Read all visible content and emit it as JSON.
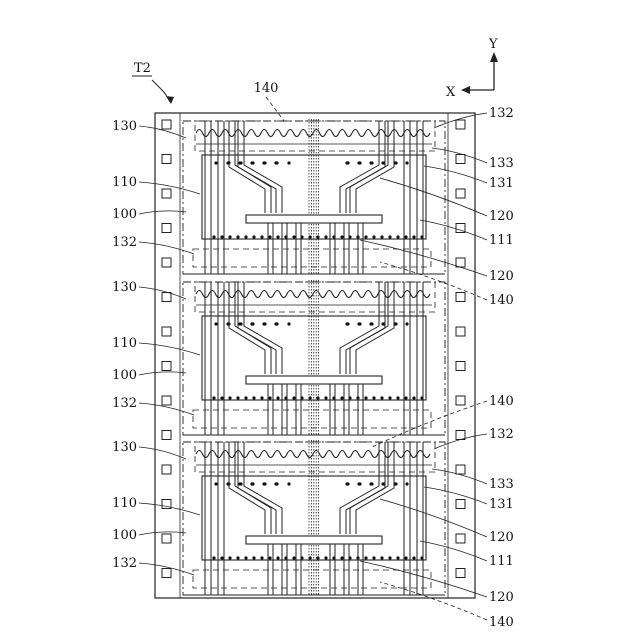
{
  "figure_label": "T2",
  "axes": {
    "x_label": "X",
    "y_label": "Y"
  },
  "units": [
    {
      "left_labels": [
        "130",
        "110",
        "100",
        "132"
      ],
      "right_labels": [
        "132",
        "133",
        "131",
        "120",
        "111",
        "120"
      ],
      "top_label": "140",
      "bottom_label": "140"
    },
    {
      "left_labels": [
        "130",
        "110",
        "100",
        "132"
      ],
      "right_labels": [
        "140"
      ]
    },
    {
      "left_labels": [
        "130",
        "110",
        "100",
        "132"
      ],
      "right_labels": [
        "132",
        "133",
        "131",
        "120",
        "111",
        "120"
      ],
      "bottom_label": "140"
    }
  ]
}
